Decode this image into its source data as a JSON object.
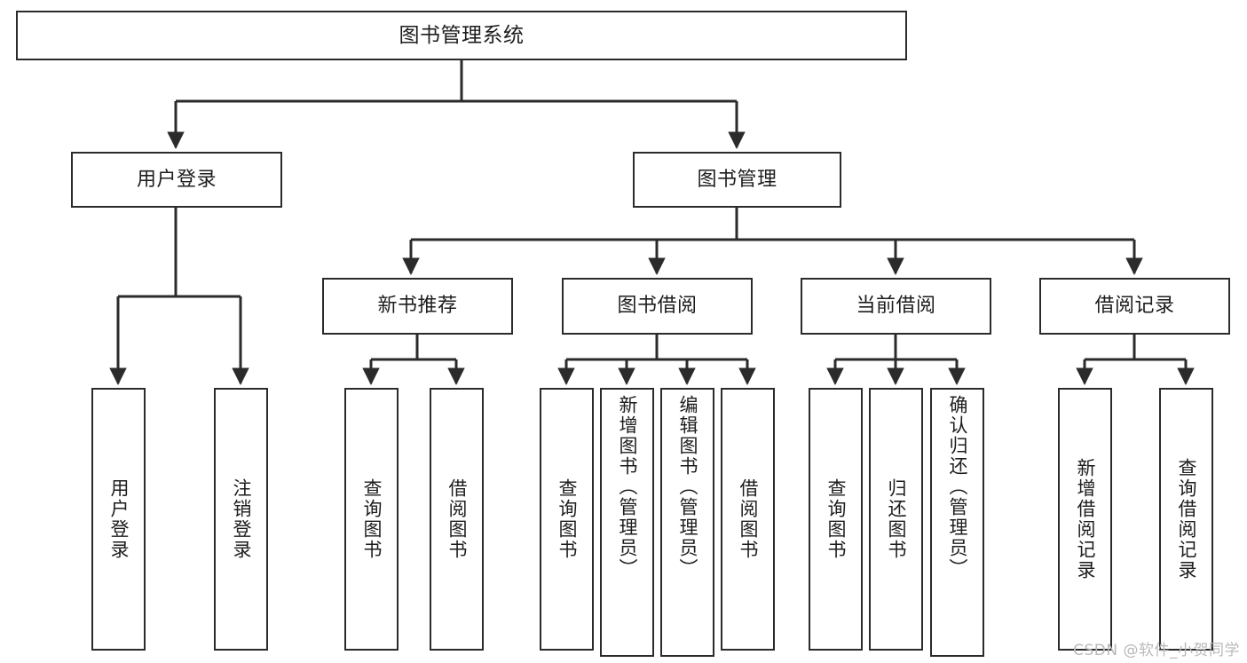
{
  "diagram": {
    "title": "图书管理系统",
    "type": "tree",
    "orientation": "top-down",
    "colors": {
      "box_stroke": "#2b2b2b",
      "box_fill": "#ffffff",
      "edge": "#2b2b2b",
      "text": "#1d1d1d",
      "watermark": "#b9b9b9",
      "background": "#ffffff"
    },
    "nodes": {
      "root": {
        "label": "图书管理系统"
      },
      "level1": [
        {
          "id": "user-login",
          "label": "用户登录"
        },
        {
          "id": "book-management",
          "label": "图书管理"
        }
      ],
      "level2": [
        {
          "id": "new-book-recommend",
          "label": "新书推荐"
        },
        {
          "id": "book-borrow",
          "label": "图书借阅"
        },
        {
          "id": "current-borrow",
          "label": "当前借阅"
        },
        {
          "id": "borrow-record",
          "label": "借阅记录"
        }
      ],
      "leaves": {
        "user-login": [
          {
            "id": "leaf-user-login",
            "label": "用户登录"
          },
          {
            "id": "leaf-logout-login",
            "label": "注销登录"
          }
        ],
        "new-book-recommend": [
          {
            "id": "leaf-query-book-1",
            "label": "查询图书"
          },
          {
            "id": "leaf-borrow-book-1",
            "label": "借阅图书"
          }
        ],
        "book-borrow": [
          {
            "id": "leaf-query-book-2",
            "label": "查询图书"
          },
          {
            "id": "leaf-add-book",
            "label": "新增图书（管理员）"
          },
          {
            "id": "leaf-edit-book",
            "label": "编辑图书（管理员）"
          },
          {
            "id": "leaf-borrow-book-2",
            "label": "借阅图书"
          }
        ],
        "current-borrow": [
          {
            "id": "leaf-query-book-3",
            "label": "查询图书"
          },
          {
            "id": "leaf-return-book",
            "label": "归还图书"
          },
          {
            "id": "leaf-confirm-return",
            "label": "确认归还（管理员）"
          }
        ],
        "borrow-record": [
          {
            "id": "leaf-add-record",
            "label": "新增借阅记录"
          },
          {
            "id": "leaf-query-record",
            "label": "查询借阅记录"
          }
        ]
      }
    },
    "watermark": "CSDN @软件_小贺同学"
  }
}
